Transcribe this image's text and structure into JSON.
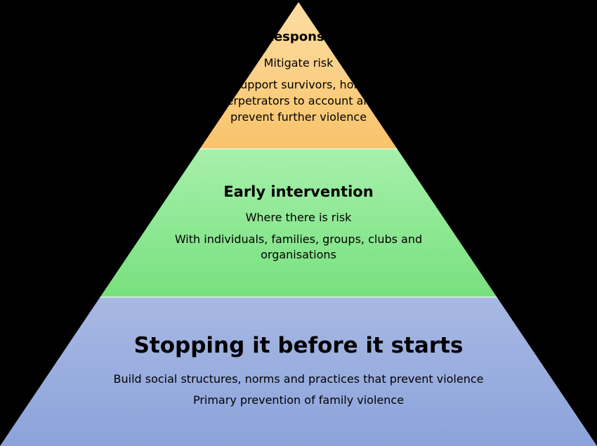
{
  "tiers": {
    "response": {
      "title": "Response",
      "subtitle": "Mitigate risk",
      "description_lines": [
        "Support survivors, hold",
        "perpetrators to account and",
        "prevent further violence"
      ],
      "fill_top": "#FDDDA4",
      "fill_bottom": "#F8C36A"
    },
    "early_intervention": {
      "title": "Early intervention",
      "subtitle": "Where there is risk",
      "description_lines": [
        "With individuals, families, groups, clubs and",
        "organisations"
      ],
      "fill_top": "#A6F0AB",
      "fill_bottom": "#78E07E"
    },
    "prevention": {
      "title": "Stopping it before it starts",
      "subtitle": "Build social structures, norms and practices that prevent violence",
      "description_lines": [
        "Primary prevention of family violence"
      ],
      "fill_top": "#A8B8E3",
      "fill_bottom": "#8CA3DB"
    }
  }
}
